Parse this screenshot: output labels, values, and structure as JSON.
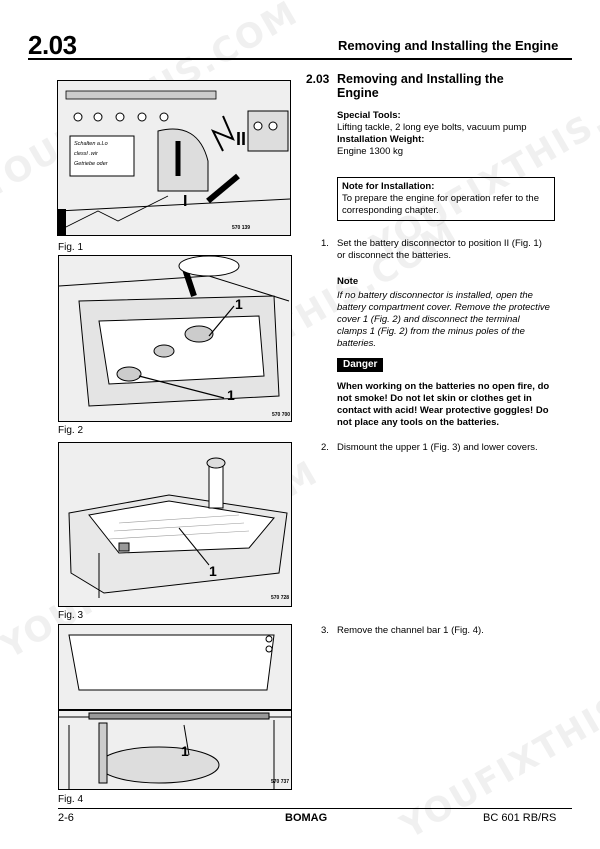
{
  "header": {
    "section_number": "2.03",
    "title": "Removing and Installing the Engine"
  },
  "watermark": {
    "text_1": "YOUFIXTHIS.COM",
    "text_2": "YOUFIXTHIS.COM",
    "text_3": "YOUFIXTHIS.COM",
    "text_4": "YOUFIXTHIS.COM",
    "text_5": "YOUFIXTHIS.COM"
  },
  "figures": [
    {
      "caption": "Fig. 1",
      "part_no": "570 139",
      "decal_line_1": "Schalten a.Lo",
      "decal_line_2": "clessl .wir",
      "decal_line_3": "Getriebe oder",
      "switch_label": "II",
      "marker_1": "I"
    },
    {
      "caption": "Fig. 2",
      "part_no": "570 700",
      "callout_a": "1",
      "callout_b": "1"
    },
    {
      "caption": "Fig. 3",
      "part_no": "570 728",
      "callout": "1"
    },
    {
      "caption": "Fig. 4",
      "part_no": "570 737",
      "callout": "1"
    }
  ],
  "section": {
    "number": "2.03",
    "title": "Removing and Installing the Engine",
    "special_tools_label": "Special Tools:",
    "special_tools_text": "Lifting tackle, 2 long eye bolts, vacuum pump",
    "installation_weight_label": "Installation Weight:",
    "installation_weight_text": "Engine 1300 kg"
  },
  "note_box": {
    "title": "Note for Installation:",
    "text": "To prepare the engine for operation refer to the corresponding chapter."
  },
  "steps": [
    {
      "number": "1.",
      "text": "Set the battery disconnector to position II (Fig. 1) or disconnect the batteries."
    },
    {
      "number": "2.",
      "text": "Dismount the upper 1 (Fig. 3) and lower covers."
    },
    {
      "number": "3.",
      "text": "Remove the channel bar 1 (Fig. 4)."
    }
  ],
  "note": {
    "title": "Note",
    "text": "If no battery disconnector is installed, open the battery compartment cover. Remove the protective cover 1 (Fig. 2) and disconnect the terminal clamps 1 (Fig. 2) from the minus poles of the batteries."
  },
  "danger": {
    "label": "Danger",
    "text": "When working on the batteries no open fire, do not smoke! Do not let skin or clothes get in contact with acid! Wear protective goggles! Do not place any tools on the batteries."
  },
  "footer": {
    "page": "2-6",
    "brand": "BOMAG",
    "model": "BC 601 RB/RS"
  }
}
